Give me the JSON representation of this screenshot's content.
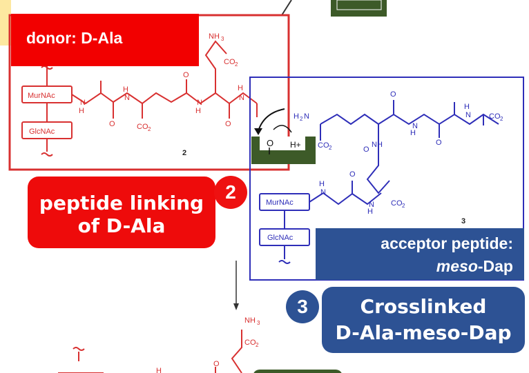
{
  "labels": {
    "donor": "donor: D-Ala",
    "peptide_linking_line1": "peptide linking",
    "peptide_linking_line2": "of D-Ala",
    "step2": "2",
    "step3": "3",
    "acceptor_line1": "acceptor peptide:",
    "acceptor_meso": "meso",
    "acceptor_dap": "-Dap",
    "crosslinked_line1": "Crosslinked",
    "crosslinked_line2": "D-Ala-meso-Dap"
  },
  "molecule": {
    "murnac": "MurNAc",
    "glcnac": "GlcNAc",
    "nh3": "NH3",
    "co2": "CO2",
    "compound_2": "2",
    "compound_3": "3",
    "oxygen": "O",
    "hplus": "H+",
    "h": "H",
    "n": "N",
    "o": "O",
    "h2n": "H2N"
  },
  "colors": {
    "donor_red": "#f20000",
    "structure_red": "#d83030",
    "acceptor_blue": "#2d5294",
    "structure_blue": "#2e2eb8",
    "dark_green": "#3d5a28",
    "gold": "#fde8a0"
  }
}
